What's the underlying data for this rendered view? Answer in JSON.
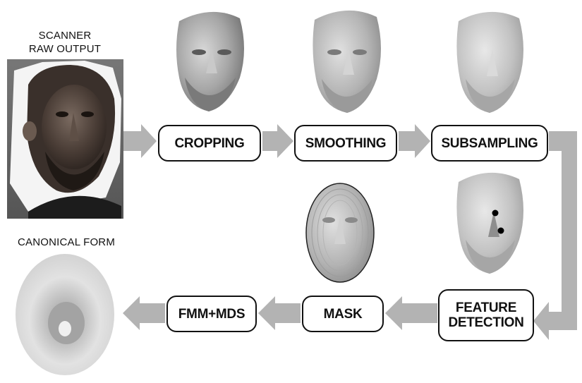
{
  "captions": {
    "scanner_line1": "SCANNER",
    "scanner_line2": "RAW OUTPUT",
    "canonical": "CANONICAL FORM"
  },
  "steps": {
    "cropping": "CROPPING",
    "smoothing": "SMOOTHING",
    "subsampling": "SUBSAMPLING",
    "feature_line1": "FEATURE",
    "feature_line2": "DETECTION",
    "mask": "MASK",
    "fmm_mds": "FMM+MDS"
  },
  "colors": {
    "arrow": "#b3b3b3",
    "box_border": "#111111",
    "text": "#111111"
  }
}
